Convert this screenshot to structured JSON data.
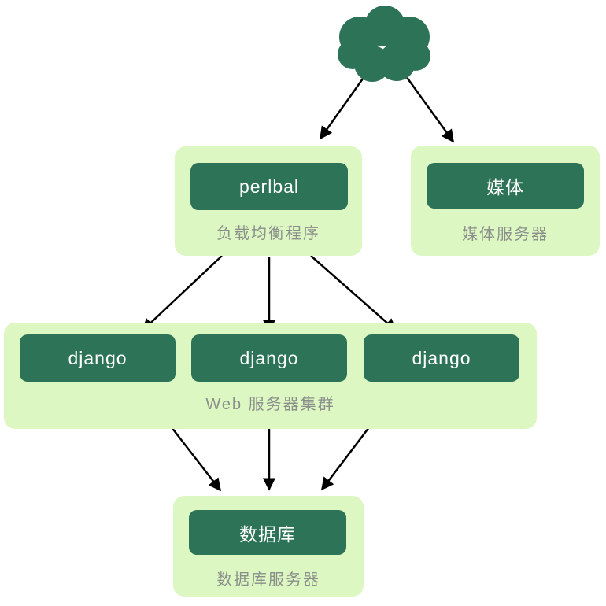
{
  "diagram": {
    "colors": {
      "node_fill": "#2d7358",
      "group_fill": "#ddf7c3",
      "node_text": "#ffffff",
      "caption_text": "#8a8f8a",
      "arrow": "#000000",
      "page_edge_line": "#dcdcdc"
    },
    "icons": {
      "cloud": "internet-cloud"
    },
    "nodes": {
      "load_balancer": {
        "box": "perlbal",
        "caption": "负载均衡程序"
      },
      "media": {
        "box": "媒体",
        "caption": "媒体服务器"
      },
      "web_cluster": {
        "boxes": [
          "django",
          "django",
          "django"
        ],
        "caption": "Web 服务器集群"
      },
      "database": {
        "box": "数据库",
        "caption": "数据库服务器"
      }
    },
    "edges": [
      {
        "from": "internet-cloud",
        "to": "perlbal-load-balancer"
      },
      {
        "from": "internet-cloud",
        "to": "media-server"
      },
      {
        "from": "perlbal-load-balancer",
        "to": "django-1"
      },
      {
        "from": "perlbal-load-balancer",
        "to": "django-2"
      },
      {
        "from": "perlbal-load-balancer",
        "to": "django-3"
      },
      {
        "from": "django-1",
        "to": "database-server"
      },
      {
        "from": "django-2",
        "to": "database-server"
      },
      {
        "from": "django-3",
        "to": "database-server"
      }
    ]
  }
}
